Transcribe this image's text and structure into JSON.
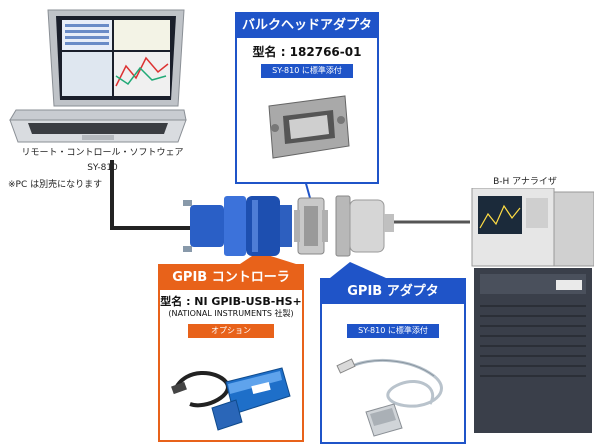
{
  "laptop": {
    "label_line1": "リモート・コントロール・ソフトウェア",
    "label_line2": "SY-810",
    "note": "※PC は別売になります"
  },
  "bulkhead": {
    "title": "バルクヘッドアダプタ",
    "model": "型名 : 182766-01",
    "standard": "SY-810 に標準添付"
  },
  "controller": {
    "title": "GPIB コントローラ",
    "model": "型名 : NI GPIB-USB-HS+",
    "maker": "(NATIONAL INSTRUMENTS 社製)",
    "option": "オプション"
  },
  "adapter": {
    "title": "GPIB アダプタ",
    "standard": "SY-810 に標準添付"
  },
  "analyzer": {
    "label": "B-H アナライザ"
  },
  "colors": {
    "blue": "#1f54c8",
    "orange": "#e8621a"
  }
}
